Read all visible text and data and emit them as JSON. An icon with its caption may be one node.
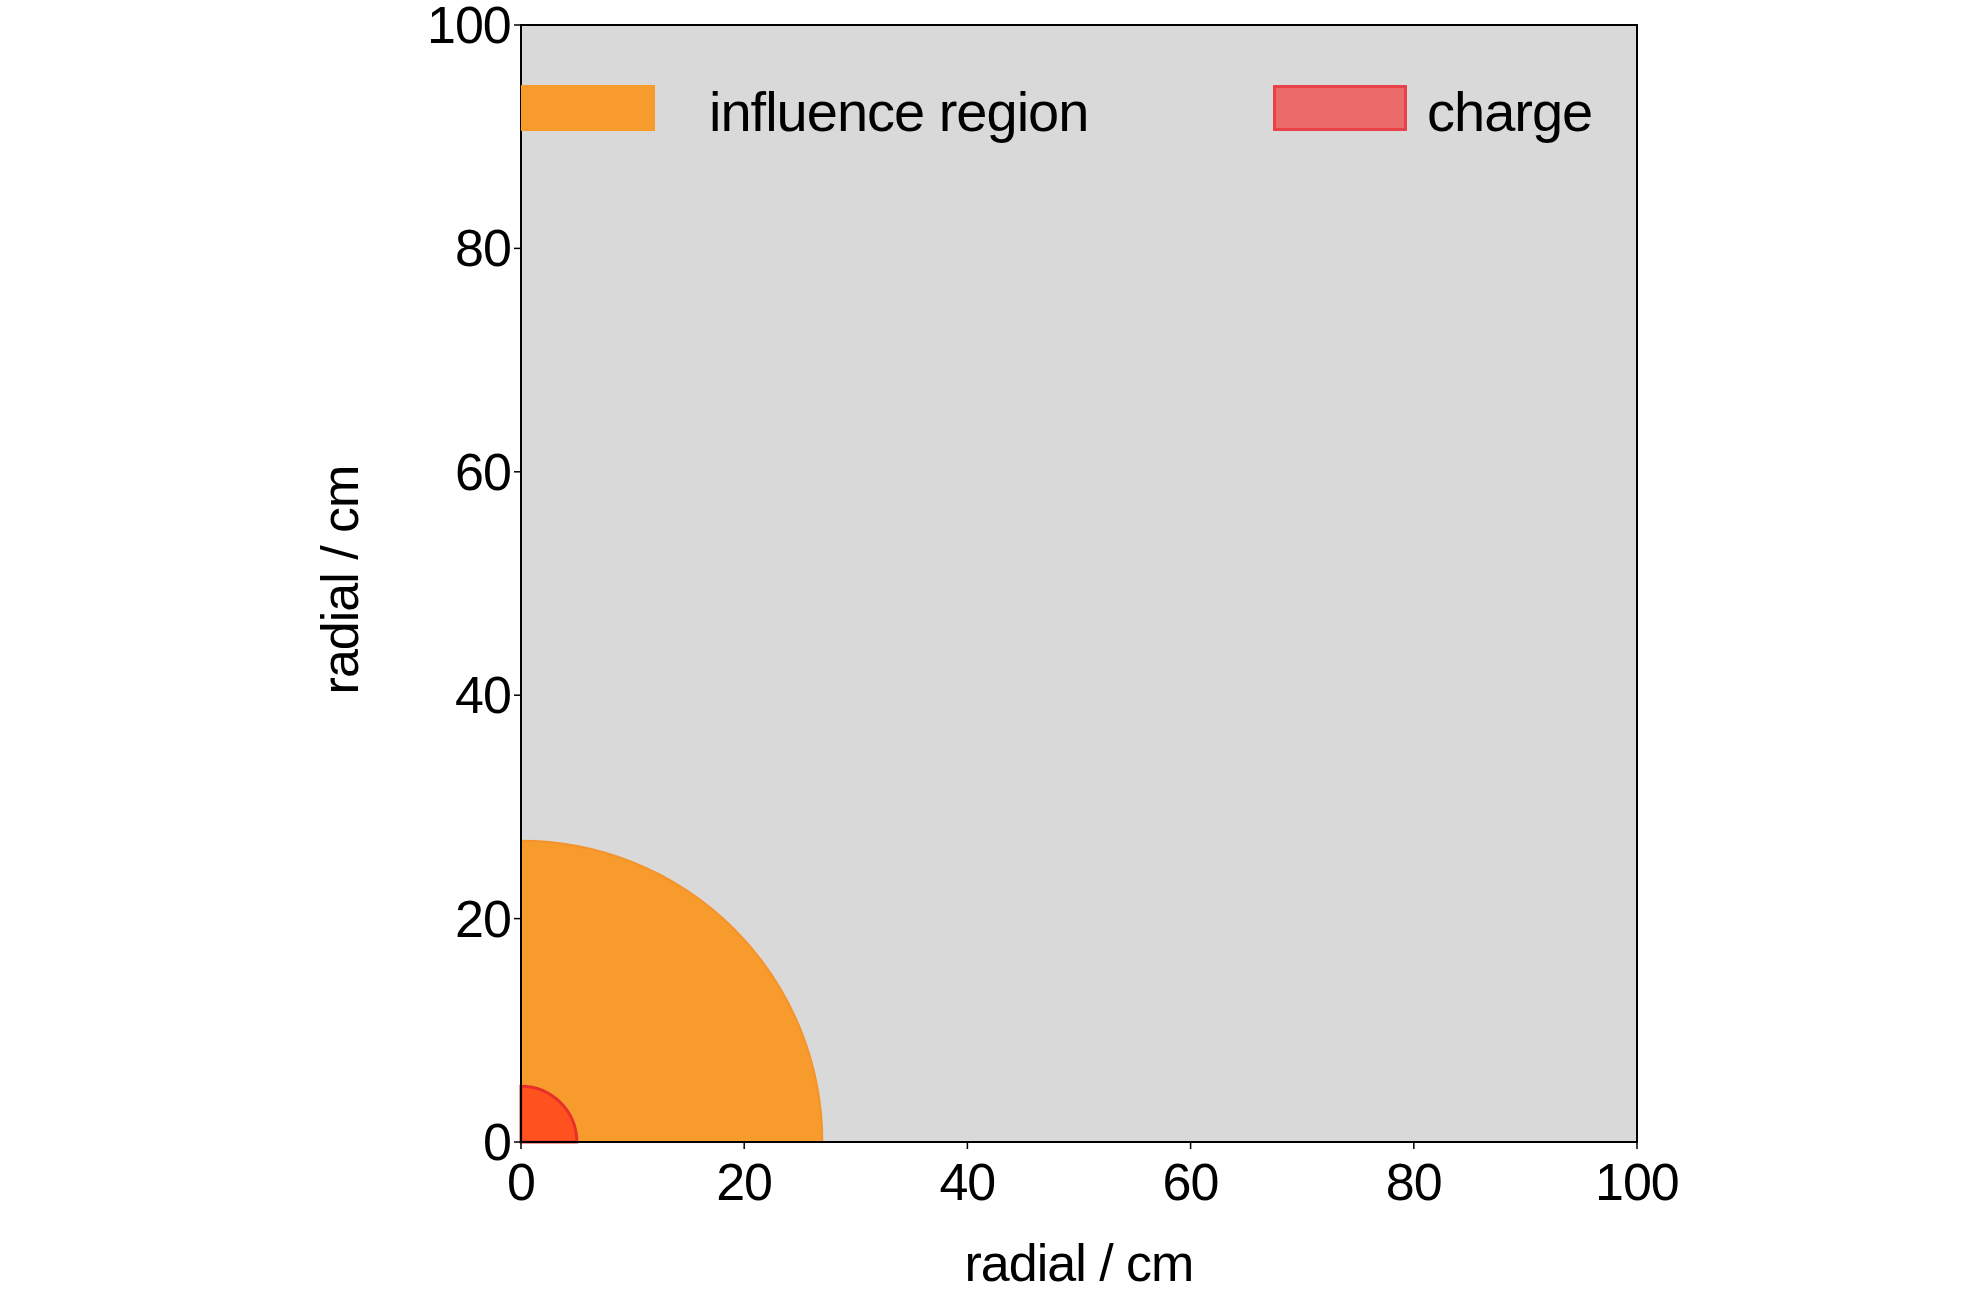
{
  "diagram": {
    "labels": [
      "100",
      "80",
      "60",
      "40",
      "20",
      "0",
      "radial / cm",
      "0",
      "20",
      "40",
      "60",
      "80",
      "100",
      "radial / cm"
    ],
    "legend": [
      {
        "text": "influence region",
        "color": "#f79c2c"
      },
      {
        "text": "charge",
        "color": "#eb6a6a"
      }
    ]
  }
}
